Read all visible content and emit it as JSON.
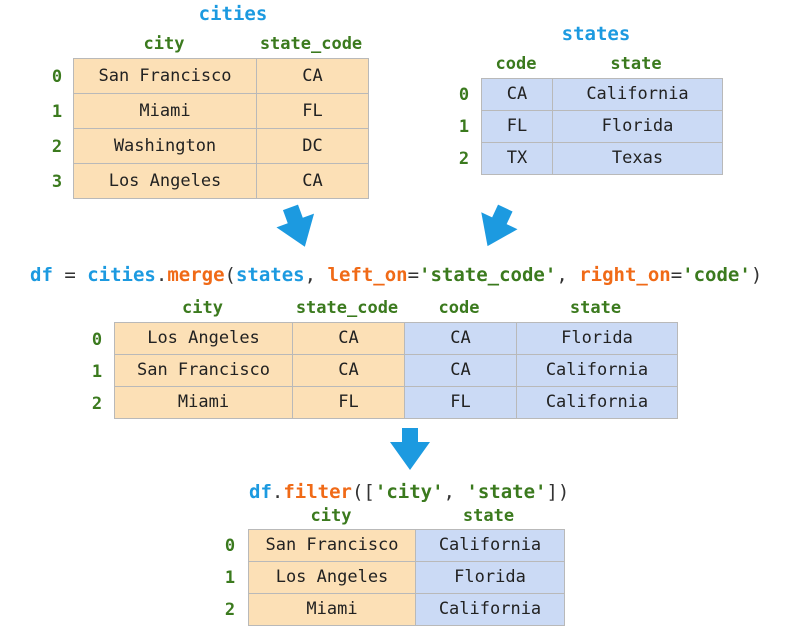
{
  "cities": {
    "title": "cities",
    "columns": [
      "city",
      "state_code"
    ],
    "index": [
      "0",
      "1",
      "2",
      "3"
    ],
    "rows": [
      [
        "San Francisco",
        "CA"
      ],
      [
        "Miami",
        "FL"
      ],
      [
        "Washington",
        "DC"
      ],
      [
        "Los Angeles",
        "CA"
      ]
    ]
  },
  "states": {
    "title": "states",
    "columns": [
      "code",
      "state"
    ],
    "index": [
      "0",
      "1",
      "2"
    ],
    "rows": [
      [
        "CA",
        "California"
      ],
      [
        "FL",
        "Florida"
      ],
      [
        "TX",
        "Texas"
      ]
    ]
  },
  "merge_code": {
    "df": "df",
    "eq": " = ",
    "cities": "cities",
    "dot": ".",
    "method": "merge",
    "open": "(",
    "states": "states",
    "sep1": ", ",
    "left_kw": "left_on",
    "eq2": "=",
    "left_val": "'state_code'",
    "sep2": ", ",
    "right_kw": "right_on",
    "eq3": "=",
    "right_val": "'code'",
    "close": ")"
  },
  "merged": {
    "columns": [
      "city",
      "state_code",
      "code",
      "state"
    ],
    "index": [
      "0",
      "1",
      "2"
    ],
    "rows": [
      [
        "Los Angeles",
        "CA",
        "CA",
        "Florida"
      ],
      [
        "San Francisco",
        "CA",
        "CA",
        "California"
      ],
      [
        "Miami",
        "FL",
        "FL",
        "California"
      ]
    ]
  },
  "filter_code": {
    "df": "df",
    "dot": ".",
    "method": "filter",
    "open": "([",
    "arg1": "'city'",
    "sep": ", ",
    "arg2": "'state'",
    "close": "])"
  },
  "filtered": {
    "columns": [
      "city",
      "state"
    ],
    "index": [
      "0",
      "1",
      "2"
    ],
    "rows": [
      [
        "San Francisco",
        "California"
      ],
      [
        "Los Angeles",
        "Florida"
      ],
      [
        "Miami",
        "California"
      ]
    ]
  },
  "colors": {
    "left_fill": "#fce0b6",
    "right_fill": "#cbdaf5",
    "arrow": "#1c9ae0",
    "variable": "#1c9ae0",
    "method": "#f06a17",
    "string": "#3b7a1e"
  }
}
